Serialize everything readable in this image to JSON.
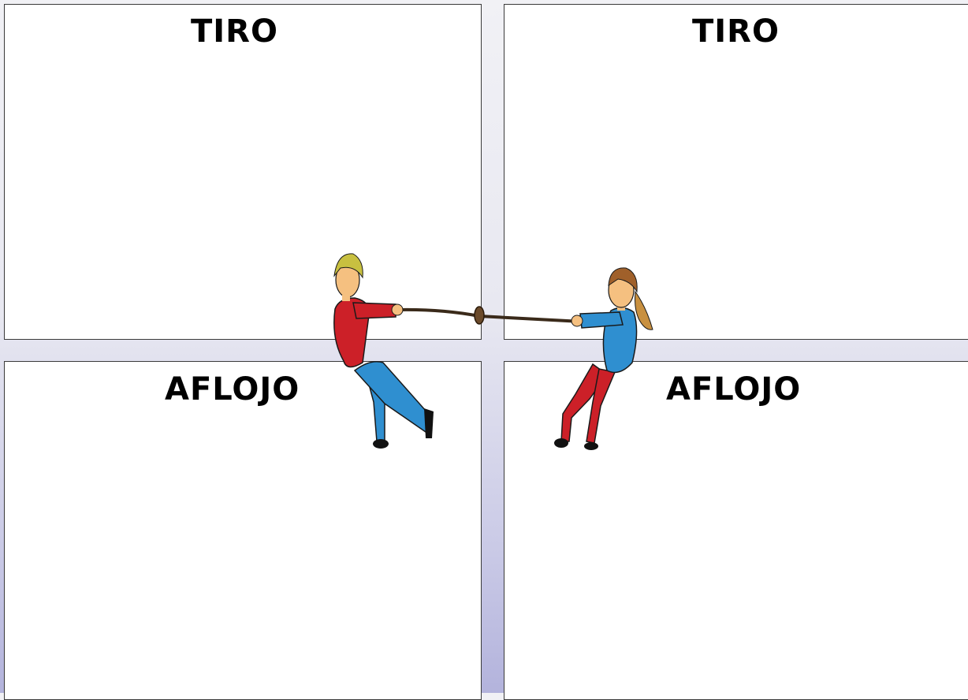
{
  "panels": {
    "top_left": {
      "label": "TIRO"
    },
    "top_right": {
      "label": "TIRO"
    },
    "bottom_left": {
      "label": "AFLOJO"
    },
    "bottom_right": {
      "label": "AFLOJO"
    }
  },
  "illustration": {
    "icon": "tug-of-war-icon",
    "colors": {
      "left_shirt": "#cc2028",
      "left_pants": "#2f8fd0",
      "left_hair": "#c8c040",
      "right_shirt": "#2f8fd0",
      "right_pants": "#cc2028",
      "right_hair": "#a0602a",
      "skin": "#f5c080",
      "rope": "#3a2a1a"
    }
  }
}
